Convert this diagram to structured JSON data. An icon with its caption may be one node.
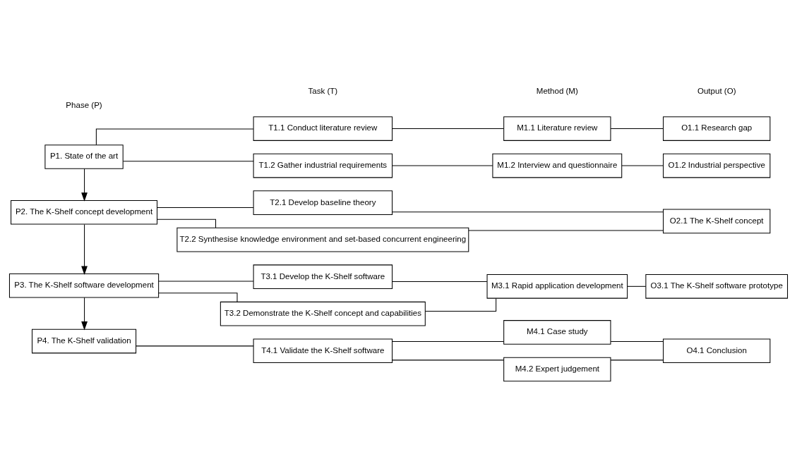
{
  "diagram": {
    "nodes": [
      {
        "text": [
          "P1. State of the art"
        ]
      },
      {
        "text": [
          "T1.1 Conduct literature review"
        ]
      },
      {
        "text": [
          "M1.1 Literature review"
        ]
      },
      {
        "text": [
          "O1.1 Research gap"
        ]
      },
      {
        "text": [
          "T1.2 Gather industrial requirements"
        ]
      },
      {
        "text": [
          "M1.2 Interview and questionnaire"
        ]
      },
      {
        "text": [
          "O1.2 Industrial perspective"
        ]
      },
      {
        "text": [
          "P2. The K-Shelf concept development"
        ]
      },
      {
        "text": [
          "T2.1 Develop baseline theory"
        ]
      },
      {
        "text": [
          "T2.2 Synthesise knowledge environment and set-based concurrent engineering"
        ]
      },
      {
        "text": [
          "O2.1 The K-Shelf concept"
        ]
      },
      {
        "text": [
          "P3. The K-Shelf software development"
        ]
      },
      {
        "text": [
          "T3.1 Develop the K-Shelf software"
        ]
      },
      {
        "text": [
          "T3.2 Demonstrate the K-Shelf concept and capabilities"
        ]
      },
      {
        "text": [
          "M3.1 Rapid application development"
        ]
      },
      {
        "text": [
          "O3.1 The K-Shelf software prototype"
        ]
      },
      {
        "text": [
          "P4. The K-Shelf validation"
        ]
      },
      {
        "text": [
          "T4.1 Validate the K-Shelf software"
        ]
      },
      {
        "text": [
          "M4.1 Case study"
        ]
      },
      {
        "text": [
          "M4.2 Expert judgement"
        ]
      },
      {
        "text": [
          "O4.1 Conclusion"
        ]
      }
    ],
    "edges": [
      {
        "from": 0,
        "to": 1,
        "arrow": "none"
      },
      {
        "from": 0,
        "to": 4,
        "arrow": "none"
      },
      {
        "from": 1,
        "to": 2,
        "arrow": "none"
      },
      {
        "from": 2,
        "to": 3,
        "arrow": "none"
      },
      {
        "from": 4,
        "to": 5,
        "arrow": "none"
      },
      {
        "from": 5,
        "to": 6,
        "arrow": "none"
      },
      {
        "from": 0,
        "to": 7,
        "arrow": "to"
      },
      {
        "from": 7,
        "to": 8,
        "arrow": "none"
      },
      {
        "from": 7,
        "to": 9,
        "arrow": "none"
      },
      {
        "from": 8,
        "to": 10,
        "arrow": "none"
      },
      {
        "from": 9,
        "to": 10,
        "arrow": "none"
      },
      {
        "from": 7,
        "to": 11,
        "arrow": "to"
      },
      {
        "from": 11,
        "to": 12,
        "arrow": "none"
      },
      {
        "from": 11,
        "to": 13,
        "arrow": "none"
      },
      {
        "from": 12,
        "to": 14,
        "arrow": "none"
      },
      {
        "from": 13,
        "to": 14,
        "arrow": "none"
      },
      {
        "from": 14,
        "to": 15,
        "arrow": "none"
      },
      {
        "from": 11,
        "to": 16,
        "arrow": "to"
      },
      {
        "from": 16,
        "to": 17,
        "arrow": "none"
      },
      {
        "from": 17,
        "to": 18,
        "arrow": "none"
      },
      {
        "from": 17,
        "to": 19,
        "arrow": "none"
      },
      {
        "from": 18,
        "to": 20,
        "arrow": "none"
      },
      {
        "from": 19,
        "to": 20,
        "arrow": "none"
      }
    ],
    "labels": [
      "Phase (P)",
      "Task (T)",
      "Method (M)",
      "Output (O)"
    ]
  }
}
